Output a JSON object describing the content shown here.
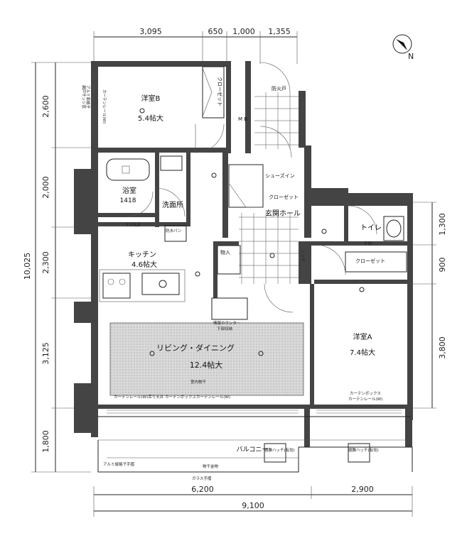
{
  "dimensions": {
    "top": [
      "3,095",
      "650",
      "1,000",
      "1,355"
    ],
    "left": [
      "2,600",
      "2,000",
      "2,300",
      "3,125",
      "1,800"
    ],
    "total_left": "10,025",
    "right": [
      "1,300",
      "900",
      "3,800"
    ],
    "bottom_inner": [
      "6,200",
      "2,900"
    ],
    "bottom_total": "9,100"
  },
  "compass": {
    "label": "N"
  },
  "rooms": {
    "western_b": {
      "name": "洋室B",
      "size": "5.4帖大"
    },
    "bath": {
      "name": "浴室",
      "code": "1418"
    },
    "washroom": {
      "name": "洗面所"
    },
    "kitchen": {
      "name": "キッチン",
      "size": "4.6帖大"
    },
    "living": {
      "name": "リビング・ダイニング",
      "size": "12.4帖大"
    },
    "entrance": {
      "name": "玄関ホール"
    },
    "toilet": {
      "name": "トイレ"
    },
    "western_a": {
      "name": "洋室A",
      "size": "7.4帖大"
    },
    "balcony": {
      "name": "バルコニー"
    }
  },
  "labels": {
    "closet_b": "クローゼット",
    "closet_a": "クローゼット",
    "shoes_in": "シューズイン",
    "shoes_closet": "クローゼット",
    "storage": "物入",
    "mb": "M\nB",
    "fire_door": "防火戸",
    "water_pan": "防水パン",
    "counter": "情報カウンター",
    "counter_sub": "下部収納",
    "drop_ceiling": "下り天井",
    "curtain_rail_living": "カーテンレール(W)吊り天井 カーテンボックスカーテンレール(W)",
    "curtain_box_a": "カーテンボックス",
    "curtain_rail_a": "カーテンレール(W)",
    "handrail_toilet": "手摺",
    "niche": "ニッチ",
    "curtain_rail_b": "カーテンレール(W)",
    "window_b": "網戸サッシ窓",
    "alu_grille": "アルミ面格子",
    "alu_handrail": "アルミ縦格子手摺",
    "glass_handrail": "ガラス手摺",
    "laundry": "物干金物",
    "hatch_left": "避難ハッチ(有効)",
    "hatch_right": "避難ハッチ(有効)",
    "interior_dry": "室内物干"
  }
}
